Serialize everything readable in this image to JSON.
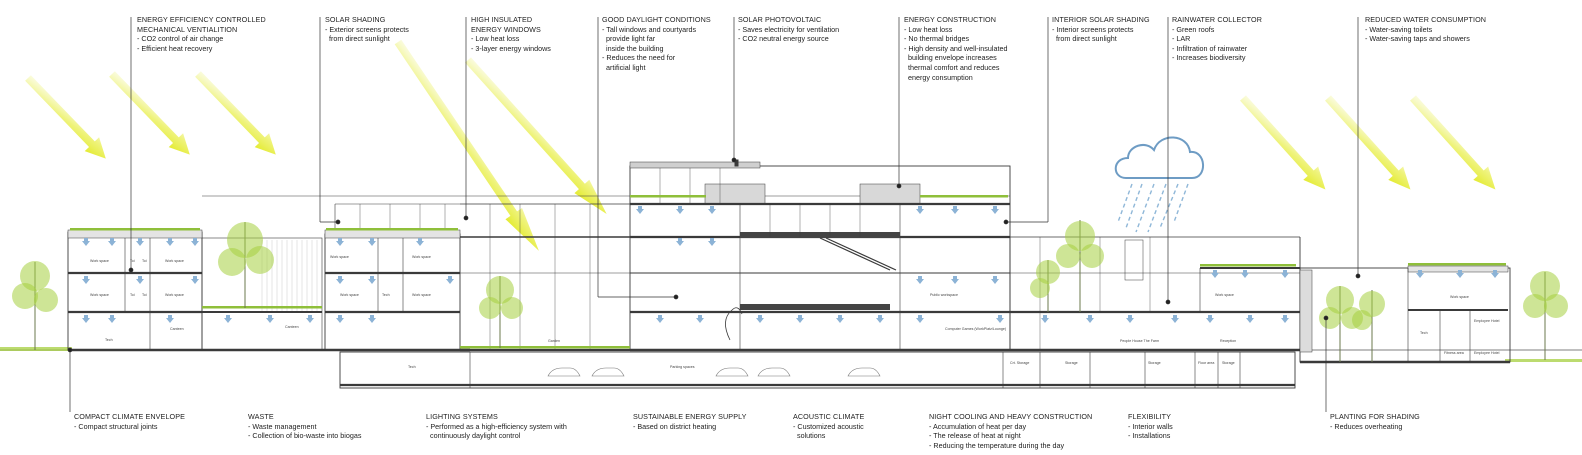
{
  "top_annotations": [
    {
      "title": [
        "ENERGY EFFICIENCY CONTROLLED",
        "MECHANICAL VENTIALITION"
      ],
      "points": [
        "- CO2 control of air change",
        "- Efficient heat recovery"
      ]
    },
    {
      "title": [
        "SOLAR SHADING"
      ],
      "points": [
        "- Exterior screens protects",
        "  from direct sunlight"
      ]
    },
    {
      "title": [
        "HIGH INSULATED",
        "ENERGY WINDOWS"
      ],
      "points": [
        "- Low heat loss",
        "- 3-layer energy windows"
      ]
    },
    {
      "title": [
        "GOOD DAYLIGHT CONDITIONS"
      ],
      "points": [
        "- Tall windows and courtyards",
        "  provide light far",
        "  inside the building",
        "- Reduces the need for",
        "  artificial light"
      ]
    },
    {
      "title": [
        "SOLAR PHOTOVOLTAIC"
      ],
      "points": [
        "- Saves electricity for ventilation",
        "- CO2 neutral energy source"
      ]
    },
    {
      "title": [
        "ENERGY CONSTRUCTION"
      ],
      "points": [
        "- Low heat loss",
        "- No thermal bridges",
        "- High density and well-insulated",
        "  building envelope increases",
        "  thermal comfort and reduces",
        "  energy consumption"
      ]
    },
    {
      "title": [
        "INTERIOR SOLAR SHADING"
      ],
      "points": [
        "- Interior screens protects",
        "  from direct sunlight"
      ]
    },
    {
      "title": [
        "RAINWATER COLLECTOR"
      ],
      "points": [
        "- Green roofs",
        "- LAR",
        "- Infiltration of rainwater",
        "- Increases biodiversity"
      ]
    },
    {
      "title": [
        "REDUCED WATER CONSUMPTION"
      ],
      "points": [
        "- Water-saving toilets",
        "- Water-saving taps and showers"
      ]
    }
  ],
  "bottom_annotations": [
    {
      "title": [
        "COMPACT CLIMATE ENVELOPE"
      ],
      "points": [
        "- Compact structural joints"
      ]
    },
    {
      "title": [
        "WASTE"
      ],
      "points": [
        "- Waste management",
        "- Collection of bio-waste into biogas"
      ]
    },
    {
      "title": [
        "LIGHTING SYSTEMS"
      ],
      "points": [
        "- Performed as a high-efficiency system with",
        "  continuously daylight control"
      ]
    },
    {
      "title": [
        "SUSTAINABLE ENERGY SUPPLY"
      ],
      "points": [
        "- Based on district heating"
      ]
    },
    {
      "title": [
        "ACOUSTIC CLIMATE"
      ],
      "points": [
        "- Customized acoustic",
        "  solutions"
      ]
    },
    {
      "title": [
        "NIGHT COOLING AND HEAVY CONSTRUCTION"
      ],
      "points": [
        "- Accumulation of heat per day",
        "- The release of heat at night",
        "- Reducing the temperature during the day"
      ]
    },
    {
      "title": [
        "FLEXIBILITY"
      ],
      "points": [
        "- Interior walls",
        "- Installations"
      ]
    },
    {
      "title": [
        "PLANTING FOR SHADING"
      ],
      "points": [
        "- Reduces overheating"
      ]
    }
  ],
  "room_labels": {
    "work1": "Work space",
    "work2": "Work space",
    "work3": "Work space",
    "work4": "Work space",
    "work5": "Work space",
    "work6": "Work space",
    "work7": "Work space",
    "work8": "Work space",
    "work9": "Work space",
    "work10": "Work space",
    "toi1": "Toi",
    "toi2": "Toi",
    "toi3": "Toi",
    "toi4": "Toi",
    "tech1": "Tech",
    "tech2": "Tech",
    "tech3": "Tech",
    "tech4": "Tech",
    "canteen1": "Canteen",
    "canteen2": "Canteen",
    "garden": "Garden",
    "parking": "Parking spaces",
    "public": "Public workspace",
    "computer": "Computer Games (WorkPlatz/Lounge)",
    "people": "People House The Farm",
    "reception": "Reception",
    "storage1": "Storage",
    "storage2": "Storage",
    "ctstorage": "Crt. Storage",
    "floor": "Floor area",
    "storage3": "Storage",
    "emp1": "Employee Hotel",
    "emp2": "Employee Hotel",
    "fitness": "Fitness area"
  },
  "colors": {
    "sun": "#e4ec2a",
    "tree": "#a6cf3f",
    "green_roof": "#8fbf3a",
    "rain": "#8fb7d8",
    "cloud": "#6e9cc4",
    "line": "#3a3a3a"
  },
  "icons": {
    "sun_ray": "sun-ray-arrow",
    "cloud": "rain-cloud-icon",
    "tree": "tree-icon",
    "vent": "vent-arrow-icon"
  }
}
